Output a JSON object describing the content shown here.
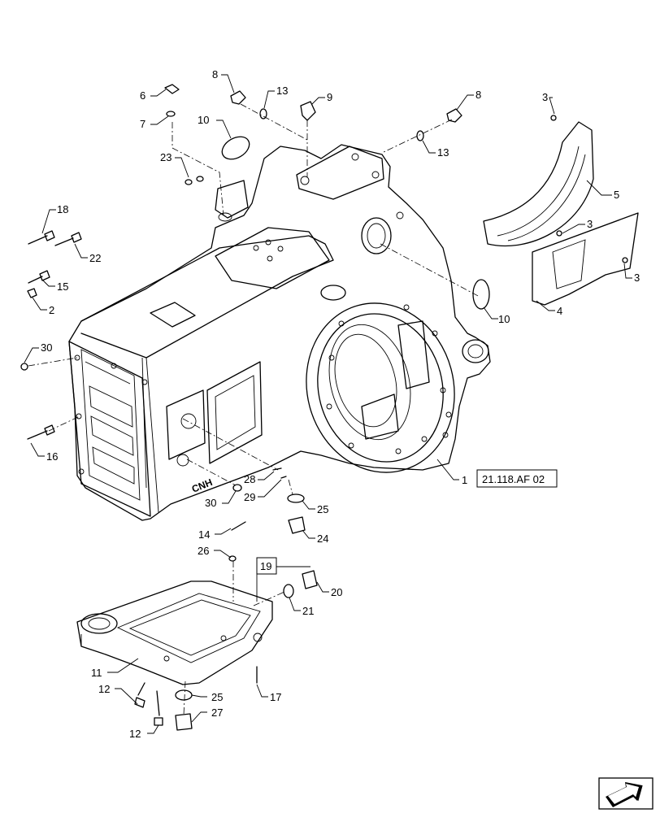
{
  "callouts": {
    "c1": "1",
    "c2": "2",
    "c3a": "3",
    "c3b": "3",
    "c3c": "3",
    "c4": "4",
    "c5": "5",
    "c6": "6",
    "c7": "7",
    "c8a": "8",
    "c8b": "8",
    "c9": "9",
    "c10a": "10",
    "c10b": "10",
    "c11": "11",
    "c12a": "12",
    "c12b": "12",
    "c13a": "13",
    "c13b": "13",
    "c14": "14",
    "c15": "15",
    "c16": "16",
    "c17": "17",
    "c18": "18",
    "c19": "19",
    "c20": "20",
    "c21": "21",
    "c22": "22",
    "c23": "23",
    "c24": "24",
    "c25a": "25",
    "c25b": "25",
    "c26": "26",
    "c27": "27",
    "c28": "28",
    "c29": "29",
    "c30a": "30",
    "c30b": "30"
  },
  "reference": {
    "label": "21.118.AF 02"
  },
  "logo_text": "CNH",
  "icons": {
    "navigation": "next-page-arrow-icon"
  }
}
